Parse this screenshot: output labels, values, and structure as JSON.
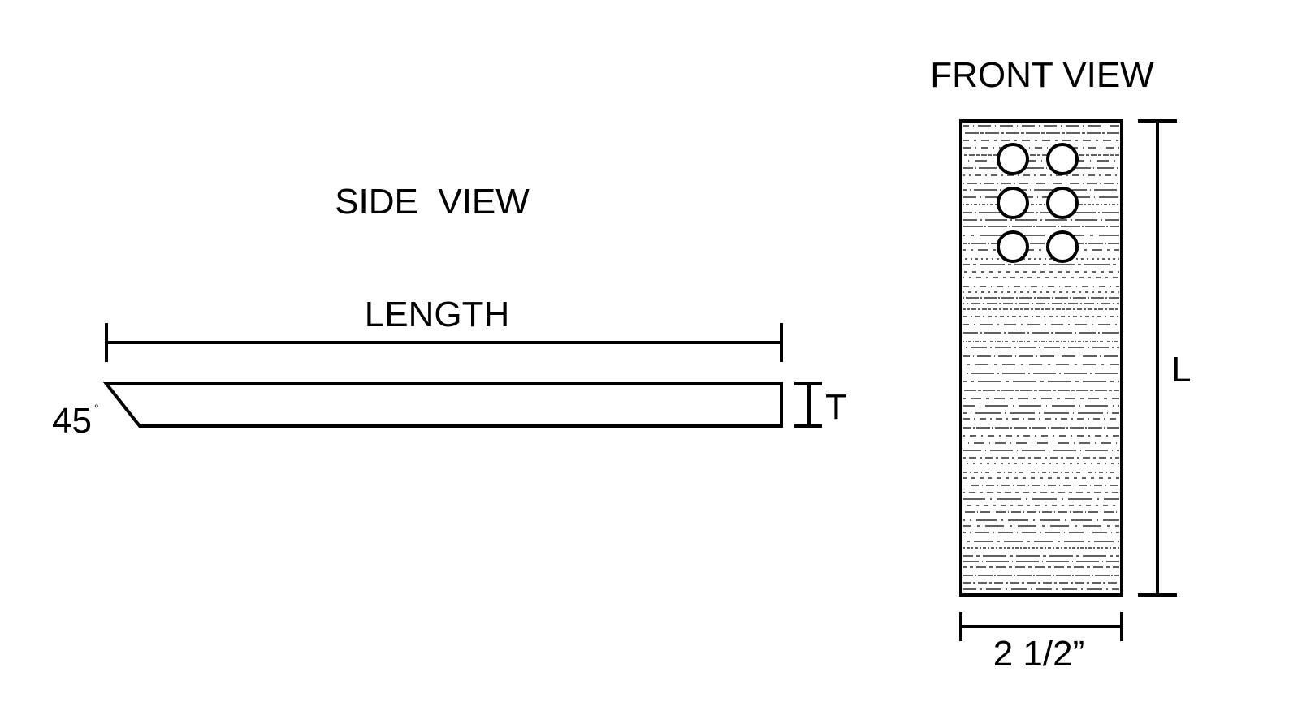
{
  "side_view": {
    "title": "SIDE  VIEW",
    "length_label": "LENGTH",
    "thickness_label": "T",
    "angle_label": "45",
    "degree_symbol": "°"
  },
  "front_view": {
    "title": "FRONT VIEW",
    "length_label": "L",
    "width_label": "2 1/2”",
    "hole_rows": 3,
    "hole_cols": 2
  },
  "colors": {
    "line": "#000000",
    "background": "#ffffff"
  }
}
